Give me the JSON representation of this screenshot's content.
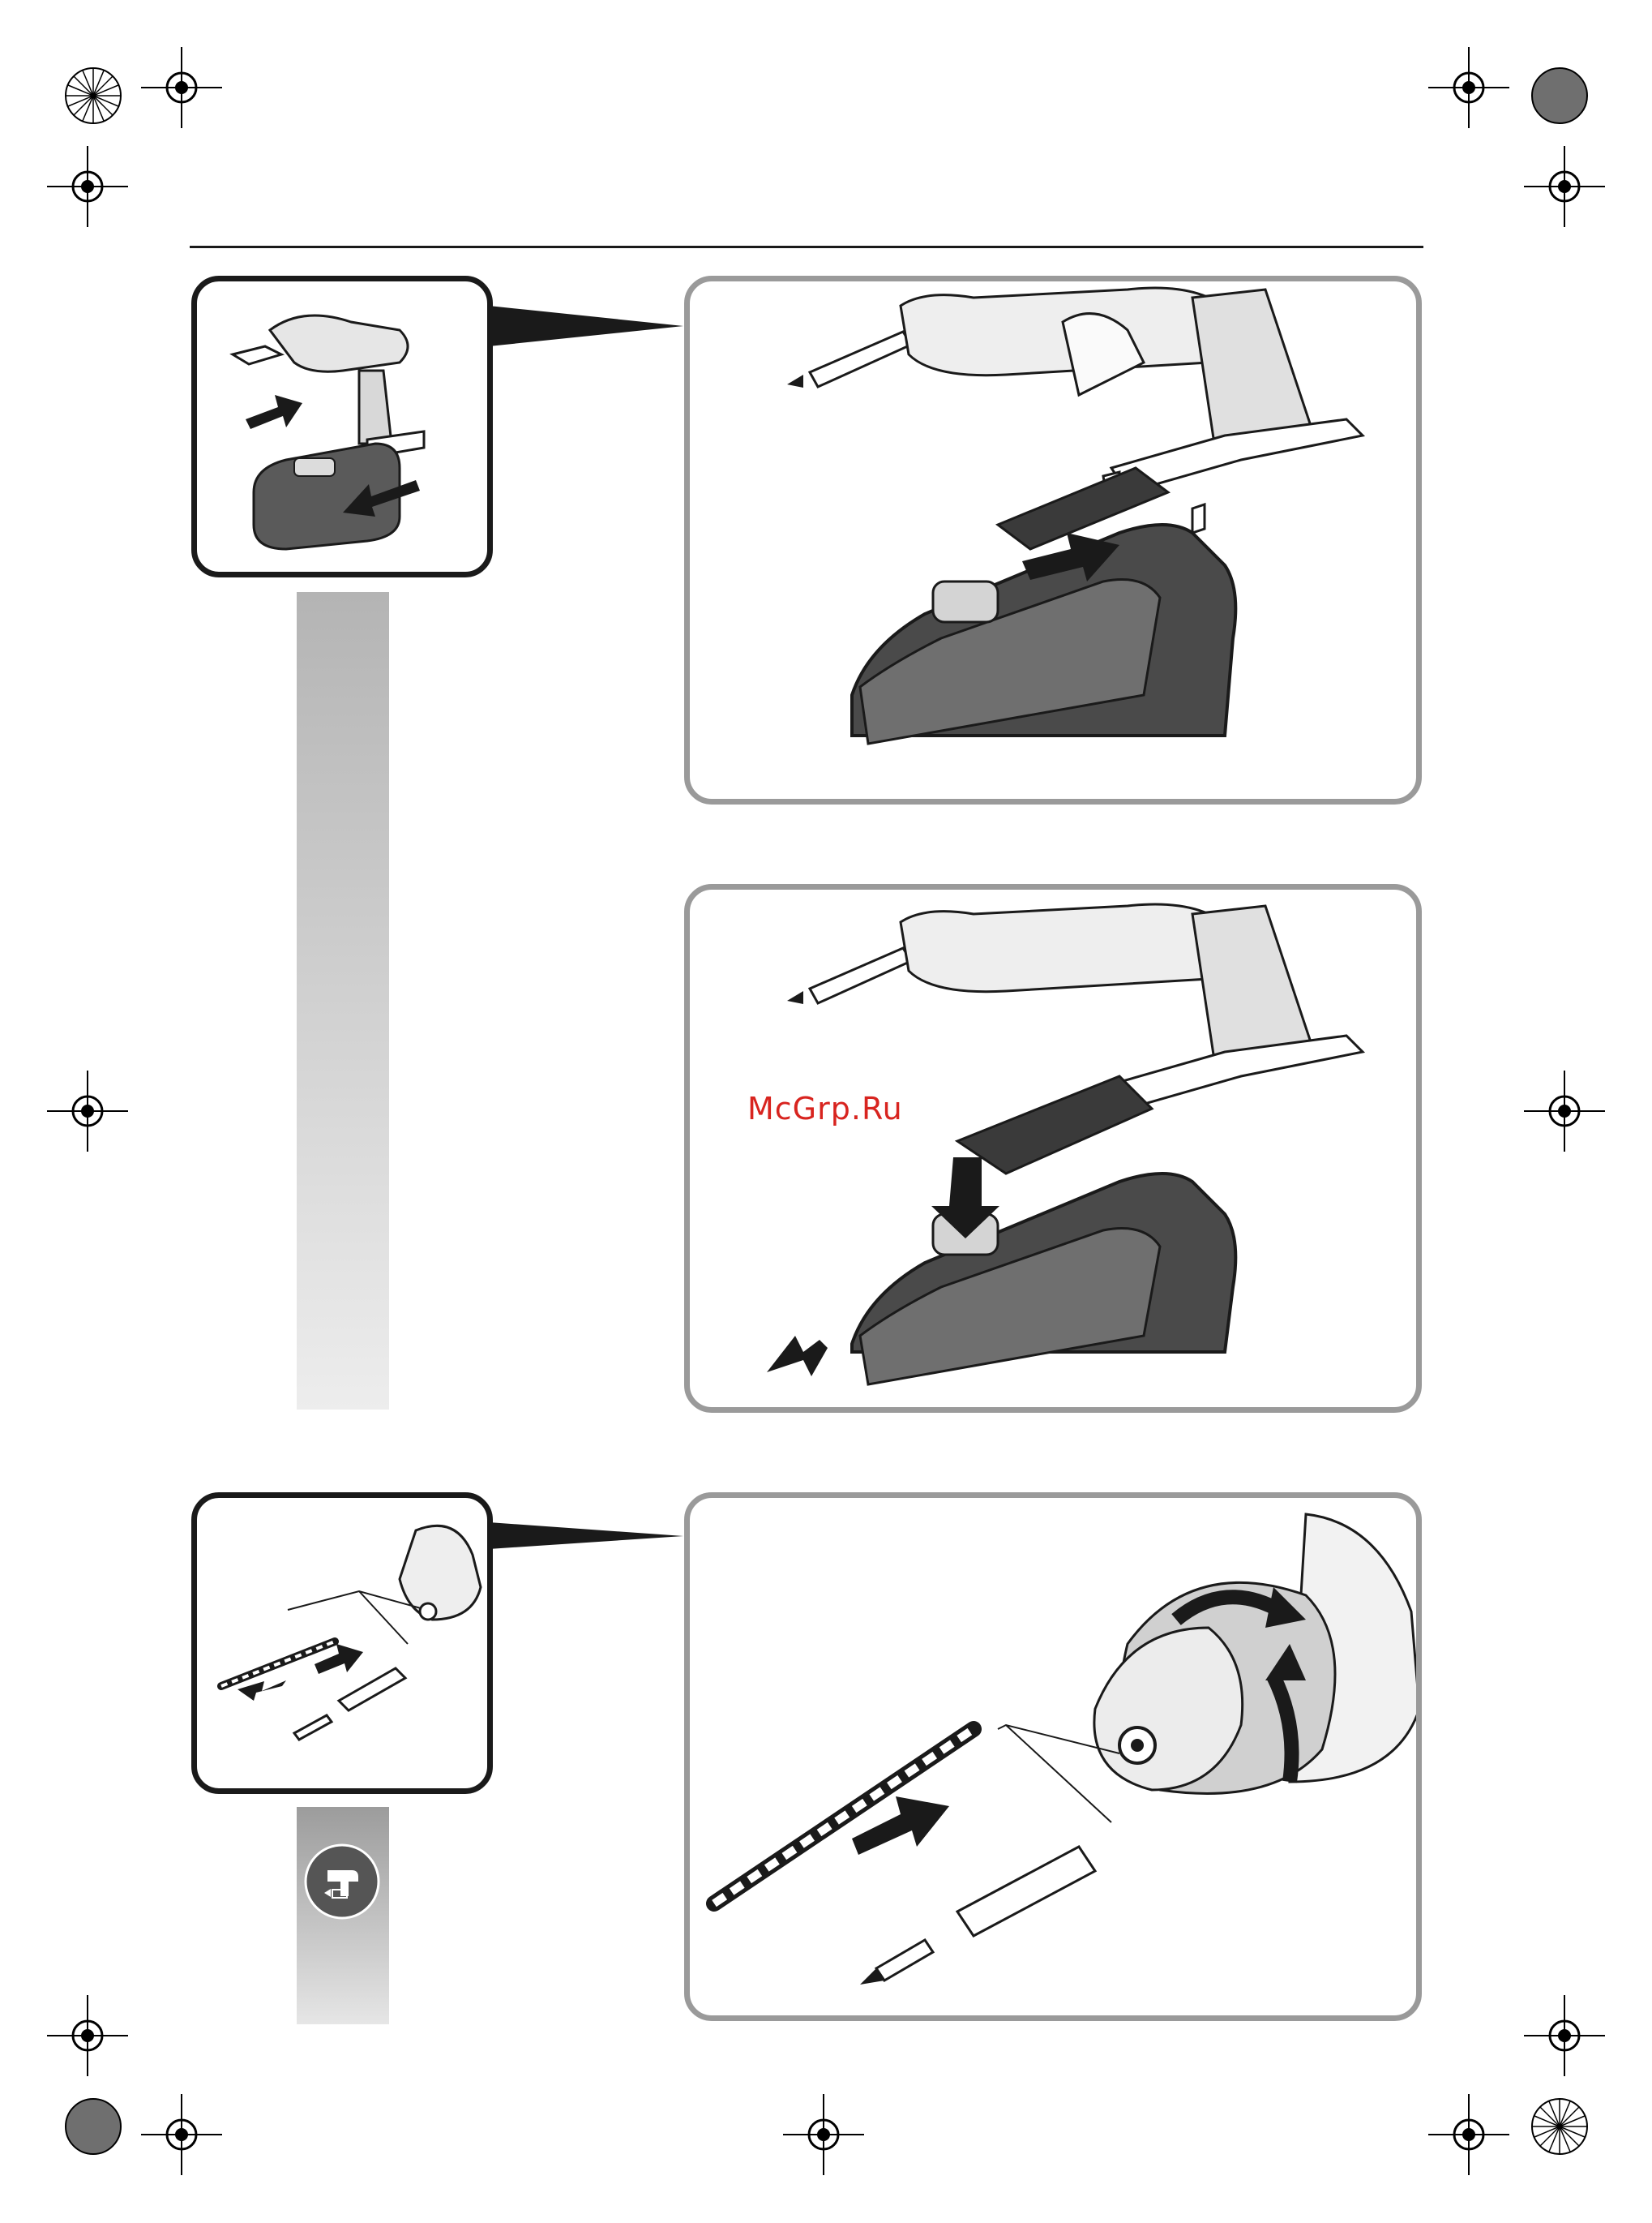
{
  "page": {
    "watermark_text": "McGrp.Ru"
  },
  "figures": [
    {
      "id": "battery-insert",
      "icons": [
        "drill-icon",
        "battery-pack-icon",
        "arrow-insert-icon",
        "arrow-slide-icon"
      ]
    },
    {
      "id": "battery-remove",
      "icons": [
        "drill-icon",
        "battery-pack-icon",
        "release-button-arrow-icon",
        "arrow-remove-icon"
      ]
    },
    {
      "id": "tool-insert",
      "icons": [
        "keyless-chuck-icon",
        "drill-bit-icon",
        "bit-holder-icon",
        "screwdriver-bit-icon",
        "arrow-insert-icon",
        "rotate-arrows-icon"
      ]
    }
  ],
  "colors": {
    "line": "#1a1a1a",
    "panel_border_grey": "#9a9a9a",
    "side_bar_top": "#b4b4b4",
    "watermark": "#d8241f"
  }
}
